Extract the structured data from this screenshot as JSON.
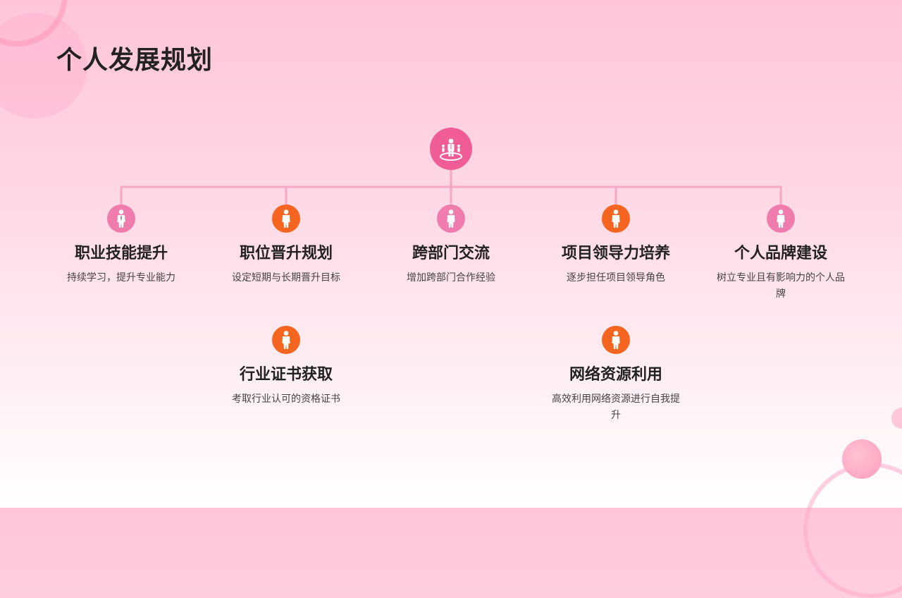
{
  "title": "个人发展规划",
  "colors": {
    "pink": "#f07cad",
    "orange": "#f5651f",
    "root": "#f05c96",
    "line": "#f7a6c4"
  },
  "root": {
    "icon": "people-group-icon"
  },
  "nodes": [
    {
      "label": "职业技能提升",
      "desc": "持续学习，提升专业能力",
      "color": "pink",
      "icon": "person-icon"
    },
    {
      "label": "职位晋升规划",
      "desc": "设定短期与长期晋升目标",
      "color": "orange",
      "icon": "person-icon"
    },
    {
      "label": "跨部门交流",
      "desc": "增加跨部门合作经验",
      "color": "pink",
      "icon": "person-icon"
    },
    {
      "label": "项目领导力培养",
      "desc": "逐步担任项目领导角色",
      "color": "orange",
      "icon": "person-icon"
    },
    {
      "label": "个人品牌建设",
      "desc": "树立专业且有影响力的个人品牌",
      "color": "pink",
      "icon": "person-icon"
    },
    {
      "label": "行业证书获取",
      "desc": "考取行业认可的资格证书",
      "color": "orange",
      "icon": "person-icon"
    },
    {
      "label": "网络资源利用",
      "desc": "高效利用网络资源进行自我提升",
      "color": "orange",
      "icon": "person-icon"
    }
  ]
}
